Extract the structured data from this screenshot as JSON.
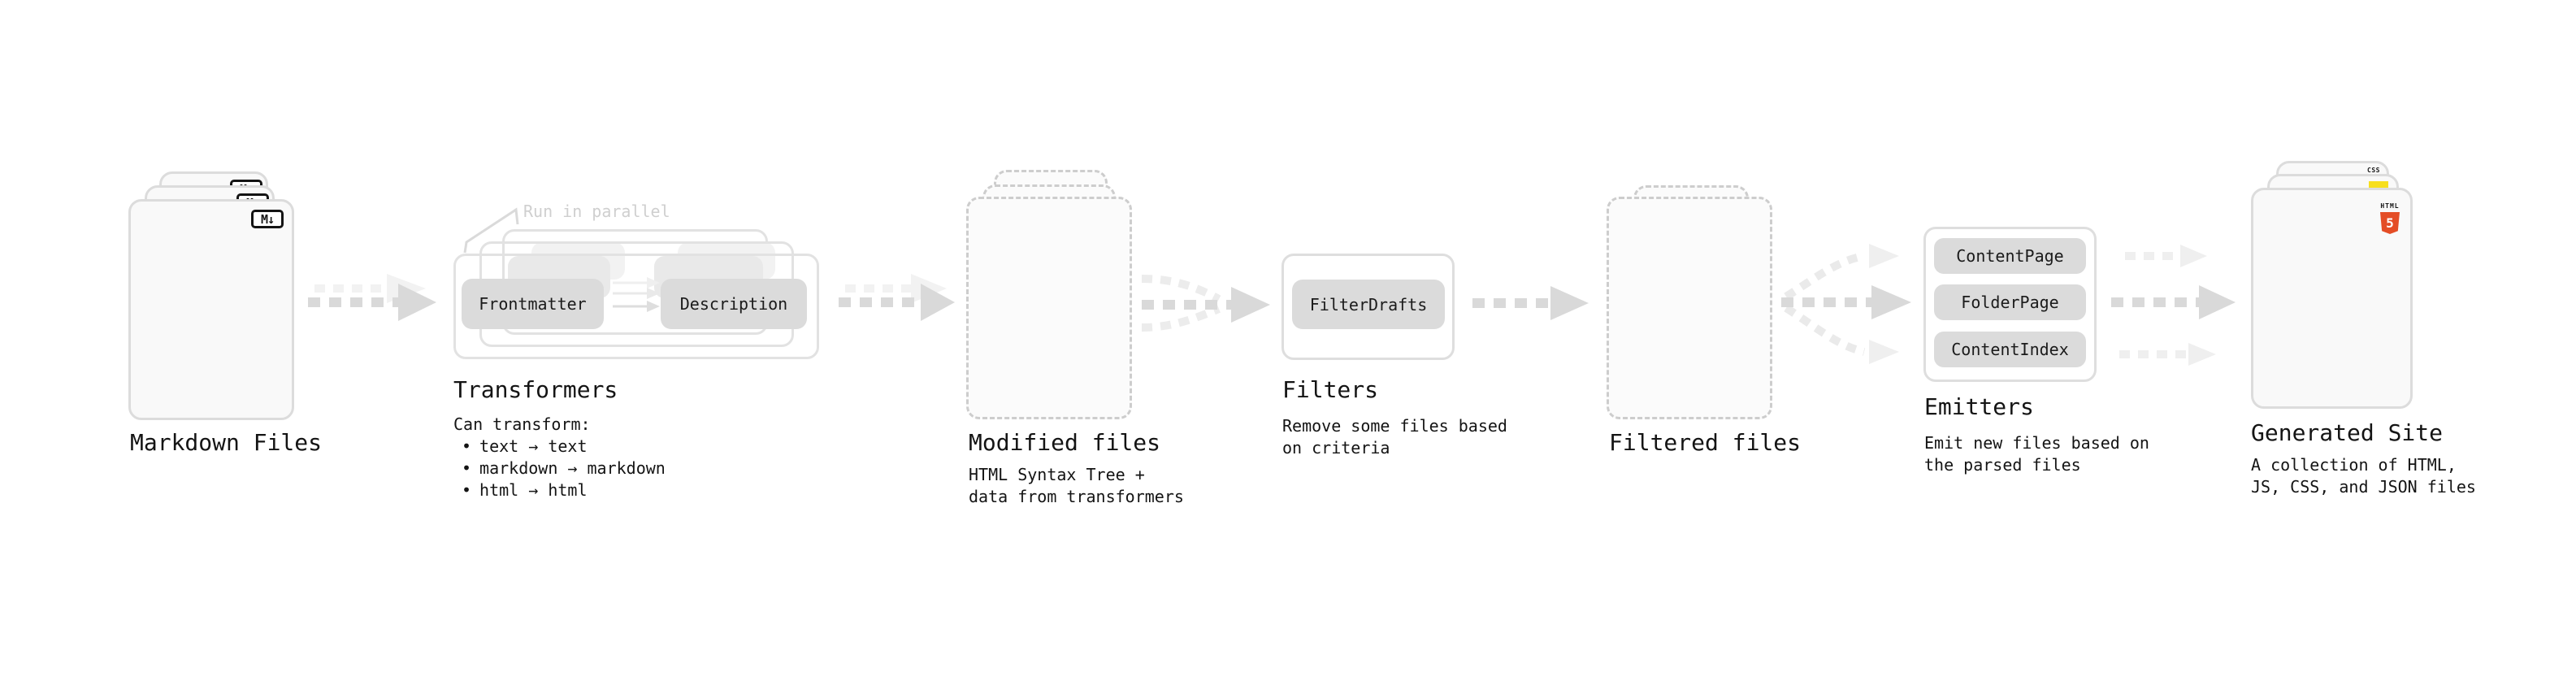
{
  "pipeline": {
    "markdown_files": {
      "label": "Markdown Files",
      "badge": "M↓"
    },
    "transformers": {
      "annotation": "Run in parallel",
      "input_box": "Frontmatter",
      "output_box": "Description",
      "label": "Transformers",
      "desc_title": "Can transform:",
      "bullet": "•",
      "bullets": [
        "text → text",
        "markdown → markdown",
        "html → html"
      ]
    },
    "modified_files": {
      "label": "Modified files",
      "desc_line1": "HTML Syntax Tree +",
      "desc_line2": "data from transformers"
    },
    "filters": {
      "box": "FilterDrafts",
      "label": "Filters",
      "desc_line1": "Remove some files based",
      "desc_line2": "on criteria"
    },
    "filtered_files": {
      "label": "Filtered files"
    },
    "emitters": {
      "boxes": [
        "ContentPage",
        "FolderPage",
        "ContentIndex"
      ],
      "label": "Emitters",
      "desc_line1": "Emit new files based on",
      "desc_line2": "the parsed files"
    },
    "generated_site": {
      "label": "Generated Site",
      "desc_line1": "A collection of HTML,",
      "desc_line2": "JS, CSS, and JSON files",
      "css_badge": "CSS",
      "html_badge_top": "HTML",
      "html_badge_number": "5"
    },
    "colors": {
      "css_blue": "#2965f1",
      "js_yellow": "#f7df1e",
      "html_orange": "#e44d26"
    }
  }
}
